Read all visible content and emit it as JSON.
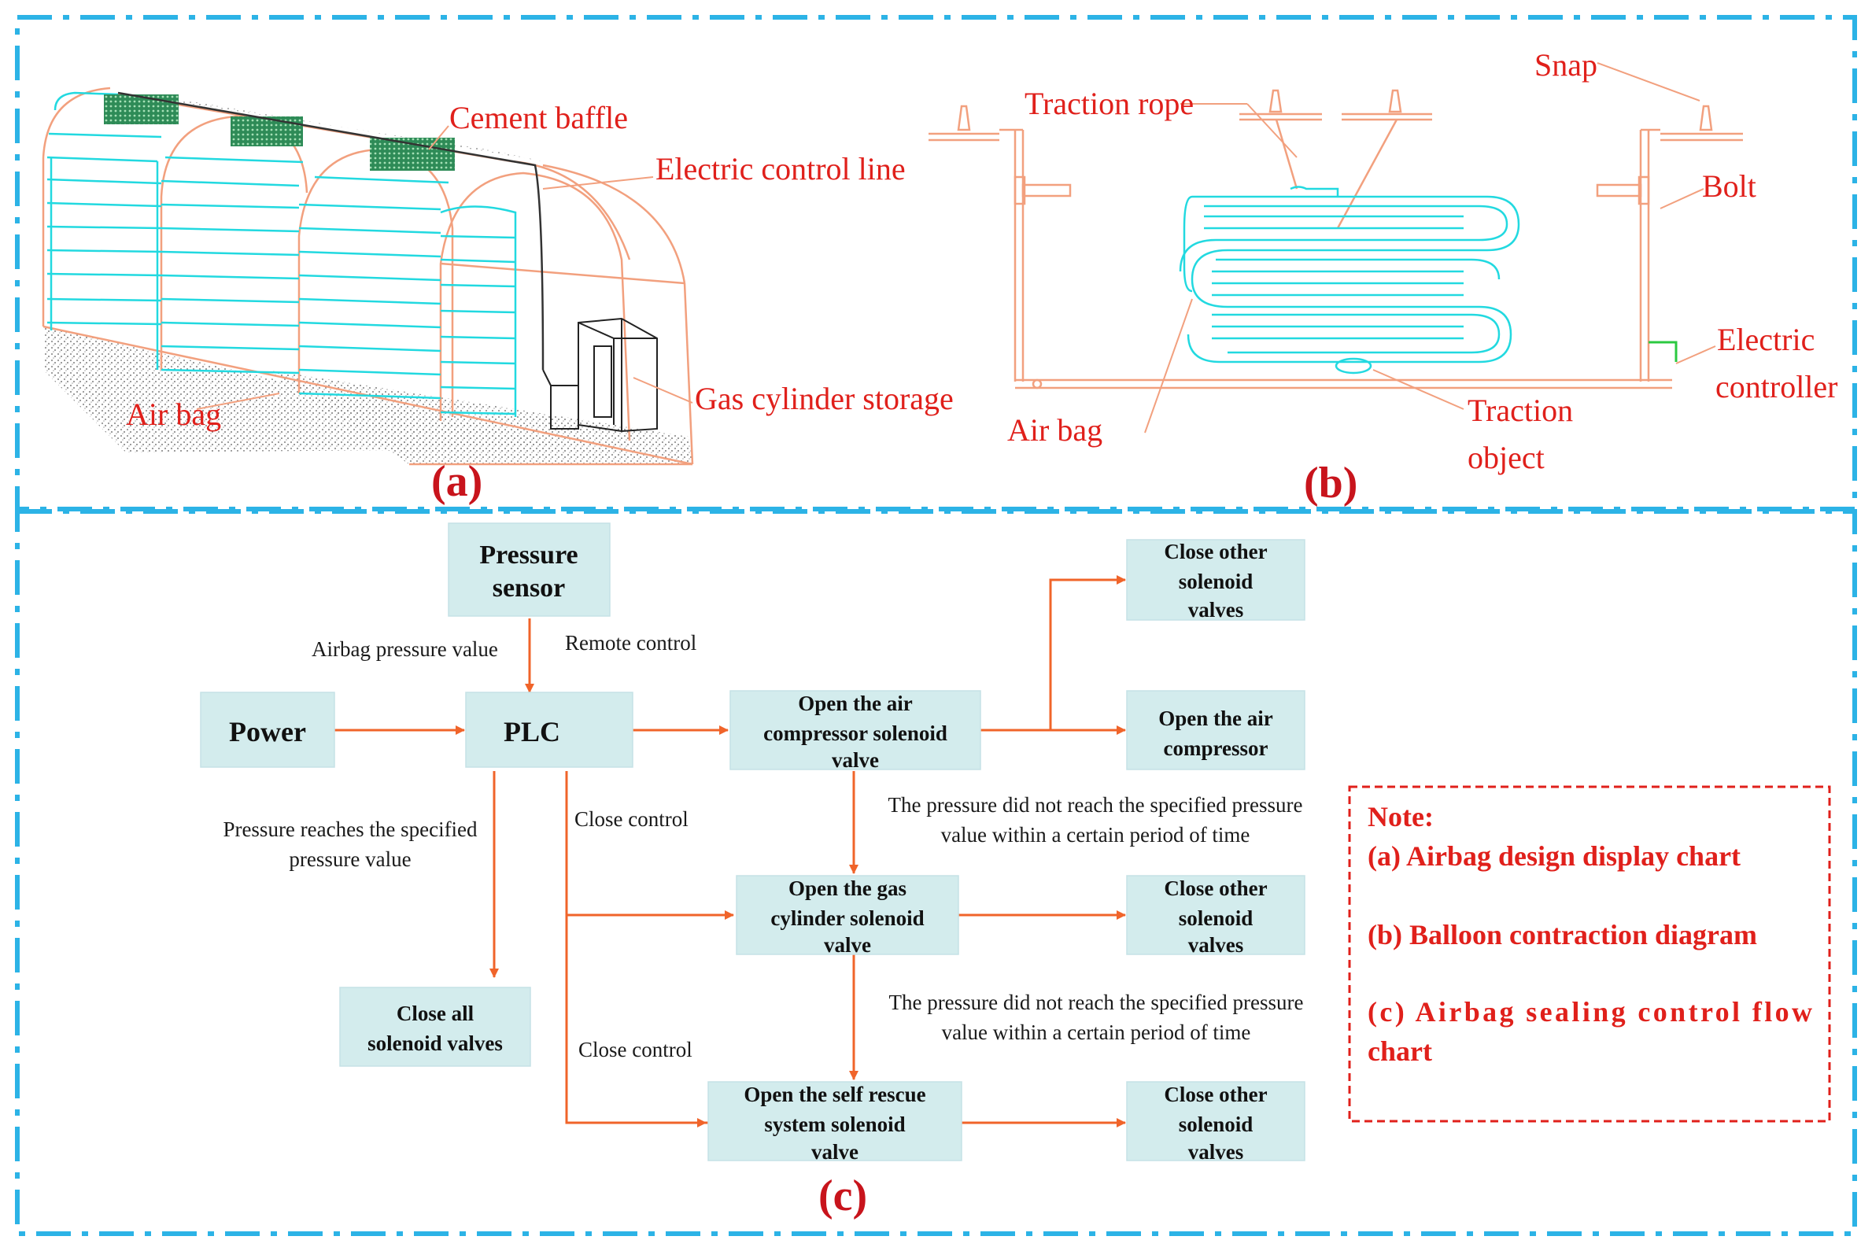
{
  "colors": {
    "frame": "#2cb3e6",
    "label_red": "#e0201b",
    "arrow": "#f0642a",
    "airbag": "#22d9e0",
    "structure": "#f2a07e",
    "box_fill": "#d3eced",
    "note_border": "#e0201b"
  },
  "panel_a": {
    "caption": "(a)",
    "labels": {
      "cement_baffle": "Cement baffle",
      "electric_control_line": "Electric control line",
      "air_bag": "Air bag",
      "gas_cylinder_storage": "Gas cylinder storage"
    }
  },
  "panel_b": {
    "caption": "(b)",
    "labels": {
      "traction_rope": "Traction rope",
      "snap": "Snap",
      "bolt": "Bolt",
      "electric_controller": [
        "Electric",
        "controller"
      ],
      "air_bag": "Air bag",
      "traction_object": [
        "Traction",
        "object"
      ]
    }
  },
  "panel_c": {
    "caption": "(c)",
    "boxes": {
      "pressure_sensor": [
        "Pressure",
        "sensor"
      ],
      "power": [
        "Power"
      ],
      "plc": [
        "PLC"
      ],
      "open_air_compressor_valve": [
        "Open the air",
        "compressor solenoid",
        "valve"
      ],
      "close_other_1": [
        "Close other",
        "solenoid",
        "valves"
      ],
      "open_air_compressor": [
        "Open the air",
        "compressor"
      ],
      "open_gas_cylinder_valve": [
        "Open the gas",
        "cylinder solenoid",
        "valve"
      ],
      "close_other_2": [
        "Close other",
        "solenoid",
        "valves"
      ],
      "close_all": [
        "Close all",
        "solenoid valves"
      ],
      "open_self_rescue_valve": [
        "Open the self rescue",
        "system solenoid",
        "valve"
      ],
      "close_other_3": [
        "Close other",
        "solenoid",
        "valves"
      ]
    },
    "annotations": {
      "airbag_pressure_value": "Airbag pressure value",
      "remote_control": "Remote control",
      "pressure_reaches": [
        "Pressure reaches the specified",
        "pressure value"
      ],
      "close_control_1": "Close control",
      "close_control_2": "Close control",
      "not_reach_1": [
        "The pressure did not reach the specified pressure",
        "value within a certain period of time"
      ],
      "not_reach_2": [
        "The pressure did not reach the specified pressure",
        "value within a certain period of time"
      ]
    }
  },
  "note": {
    "title": "Note:",
    "lines": [
      "(a)  Airbag design display chart",
      "(b)  Balloon contraction diagram",
      "(c)  Airbag  sealing  control  flow",
      "chart"
    ]
  }
}
